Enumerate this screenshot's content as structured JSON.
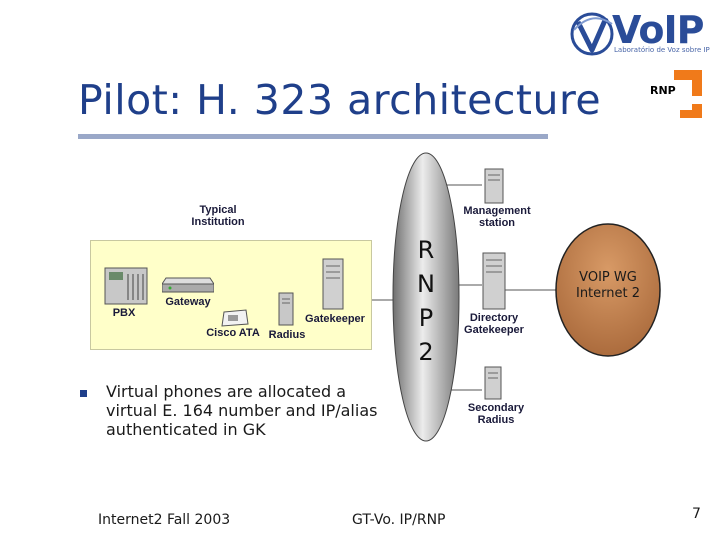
{
  "slide": {
    "title": "Pilot: H. 323 architecture",
    "page_number": "7"
  },
  "logos": {
    "voip_text": "VoIP",
    "voip_subtitle": "Laboratório de Voz sobre IP",
    "rnp_text": "RNP"
  },
  "diagram": {
    "institution_label_1": "Typical",
    "institution_label_2": "Institution",
    "pbx": "PBX",
    "gateway": "Gateway",
    "cisco_ata": "Cisco ATA",
    "radius": "Radius",
    "gatekeeper": "Gatekeeper",
    "rnp2_letters": [
      "R",
      "N",
      "P",
      "2"
    ],
    "management_1": "Management",
    "management_2": "station",
    "directory_1": "Directory",
    "directory_2": "Gatekeeper",
    "secondary_1": "Secondary",
    "secondary_2": "Radius",
    "cloud_line_1": "VOIP WG",
    "cloud_line_2": "Internet 2"
  },
  "bullet": {
    "text": "Virtual phones are allocated a virtual E. 164 number and IP/alias authenticated in GK"
  },
  "footer": {
    "left": "Internet2 Fall 2003",
    "center": "GT-Vo. IP/RNP"
  },
  "colors": {
    "title": "#1f3f8a",
    "institution_bg": "#ffffc9",
    "cloud": "#c0824a"
  }
}
